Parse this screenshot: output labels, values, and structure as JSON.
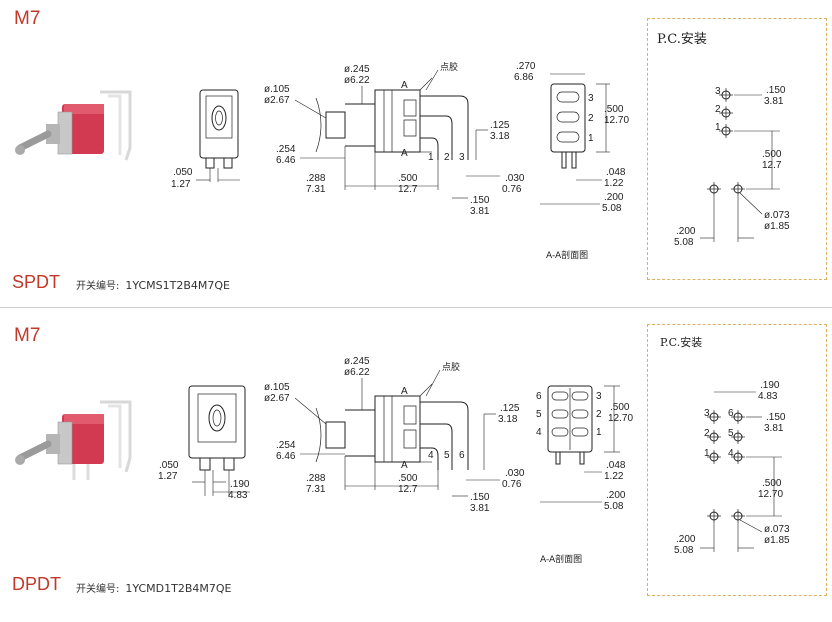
{
  "sections": [
    {
      "model": "M7",
      "type": "SPDT",
      "part_label": "开关编号:",
      "part_number": "1YCMS1T2B4M7QE",
      "pc_title": "P.C.安装",
      "section_caption": "A-A剖面图",
      "dot_label": "点胶",
      "section_marker": "A",
      "dims": {
        "d245": "ø.245",
        "d622": "ø6.22",
        "d105": "ø.105",
        "d267": "ø2.67",
        "d254": ".254",
        "d646": "6.46",
        "d050": ".050",
        "d127": "1.27",
        "d288": ".288",
        "d731": "7.31",
        "d500": ".500",
        "d1270": "12.7",
        "d125": ".125",
        "d318": "3.18",
        "d030": ".030",
        "d076": "0.76",
        "d150": ".150",
        "d381": "3.81",
        "d270": ".270",
        "d686": "6.86",
        "d500b": ".500",
        "d1270b": "12.70",
        "d048": ".048",
        "d122": "1.22",
        "d200": ".200",
        "d508": "5.08"
      },
      "pin_labels": [
        "1",
        "2",
        "3"
      ],
      "section_pins": [
        "3",
        "2",
        "1"
      ],
      "pc_pins": [
        "3",
        "2",
        "1"
      ],
      "pc_dims": {
        "d150": ".150",
        "d381": "3.81",
        "d500": ".500",
        "d127": "12.7",
        "d200": ".200",
        "d508": "5.08",
        "d073": "ø.073",
        "d185": "ø1.85"
      }
    },
    {
      "model": "M7",
      "type": "DPDT",
      "part_label": "开关编号:",
      "part_number": "1YCMD1T2B4M7QE",
      "pc_title": "P.C.安装",
      "section_caption": "A-A剖面图",
      "dot_label": "点胶",
      "section_marker": "A",
      "dims": {
        "d245": "ø.245",
        "d622": "ø6.22",
        "d105": "ø.105",
        "d267": "ø2.67",
        "d254": ".254",
        "d646": "6.46",
        "d050": ".050",
        "d127": "1.27",
        "d190": ".190",
        "d483": "4.83",
        "d288": ".288",
        "d731": "7.31",
        "d500": ".500",
        "d1270": "12.7",
        "d125": ".125",
        "d318": "3.18",
        "d030": ".030",
        "d076": "0.76",
        "d150": ".150",
        "d381": "3.81",
        "d500b": ".500",
        "d1270b": "12.70",
        "d048": ".048",
        "d122": "1.22",
        "d200": ".200",
        "d508": "5.08"
      },
      "pin_labels": [
        "4",
        "5",
        "6"
      ],
      "section_pins_left": [
        "6",
        "5",
        "4"
      ],
      "section_pins_right": [
        "3",
        "2",
        "1"
      ],
      "pc_pins_left": [
        "3",
        "2",
        "1"
      ],
      "pc_pins_right": [
        "6",
        "5",
        "4"
      ],
      "pc_dims": {
        "d190": ".190",
        "d483": "4.83",
        "d150": ".150",
        "d381": "3.81",
        "d500": ".500",
        "d1270": "12.70",
        "d200": ".200",
        "d508": "5.08",
        "d073": "ø.073",
        "d185": "ø1.85"
      }
    }
  ],
  "colors": {
    "title_red": "#c0392b",
    "switch_red": "#d23a52",
    "frame_dash": "#e0b062"
  },
  "icons": {
    "product_photo": "toggle-switch-photo-icon"
  }
}
